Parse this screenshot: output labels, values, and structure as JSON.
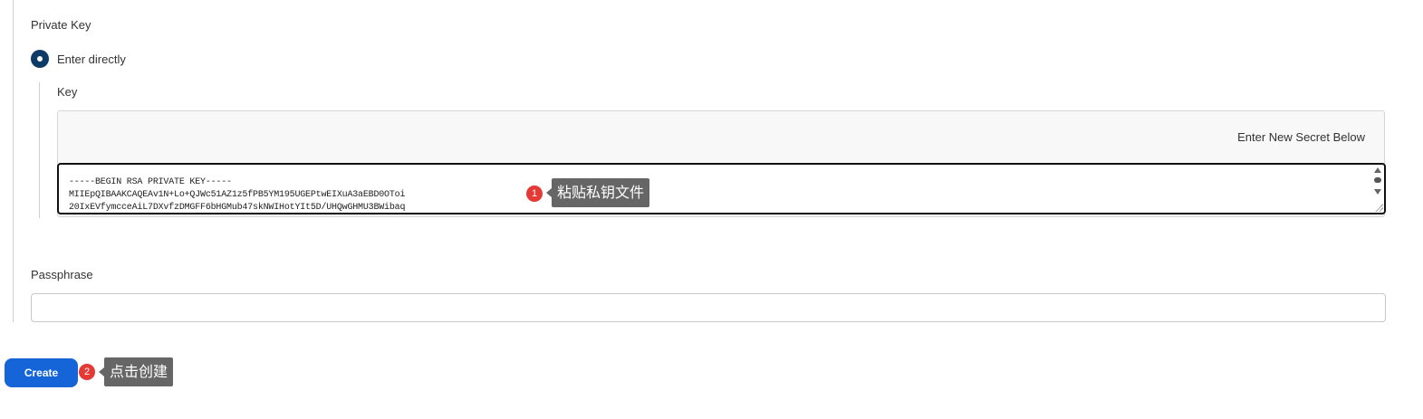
{
  "form": {
    "private_key_label": "Private Key",
    "radio_label": "Enter directly",
    "key_label": "Key",
    "secret_header": "Enter New Secret Below",
    "key_value_lines": [
      "-----BEGIN RSA PRIVATE KEY-----",
      "MIIEpQIBAAKCAQEAv1N+Lo+QJWc51AZ1z5fPB5YM195UGEPtwEIXuA3aEBD0OToi",
      "20IxEVfymcceAiL7DXvfzDMGFF6bHGMub47skNWIHotYIt5D/UHQwGHMU3BWibaq"
    ],
    "passphrase_label": "Passphrase",
    "passphrase_value": "",
    "create_label": "Create"
  },
  "annotations": {
    "step1_number": "1",
    "step1_text": "粘贴私钥文件",
    "step2_number": "2",
    "step2_text": "点击创建"
  },
  "colors": {
    "radio_selected": "#0d3b66",
    "button_primary": "#1565d8",
    "badge": "#e53935",
    "tooltip": "#666666"
  }
}
